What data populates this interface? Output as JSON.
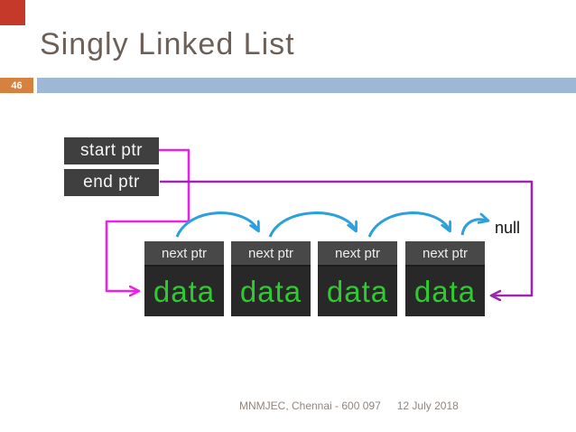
{
  "slide": {
    "title": "Singly Linked List",
    "slide_number": "46",
    "footer": {
      "left": "MNMJEC, Chennai - 600 097",
      "right": "12 July 2018"
    }
  },
  "diagram": {
    "start_pointer_label": "start ptr",
    "end_pointer_label": "end ptr",
    "null_label": "null",
    "nodes": [
      {
        "next_label": "next ptr",
        "data_label": "data"
      },
      {
        "next_label": "next ptr",
        "data_label": "data"
      },
      {
        "next_label": "next ptr",
        "data_label": "data"
      },
      {
        "next_label": "next ptr",
        "data_label": "data"
      }
    ]
  },
  "colors": {
    "accent_orange": "#d5813f",
    "band_blue": "#9db7d5",
    "title_text": "#6c5f58",
    "footer_text": "#93857c",
    "pointer_box_bg": "#3f3f3f",
    "node_top_bg": "#484848",
    "node_data_bg": "#282828",
    "data_text_green": "#2fca2f",
    "arc_blue": "#2ba0dc",
    "start_line_magenta": "#e822e8",
    "end_line_purple": "#9c27ad",
    "null_text": "#111111",
    "corner_marker_red": "#c5392b"
  }
}
